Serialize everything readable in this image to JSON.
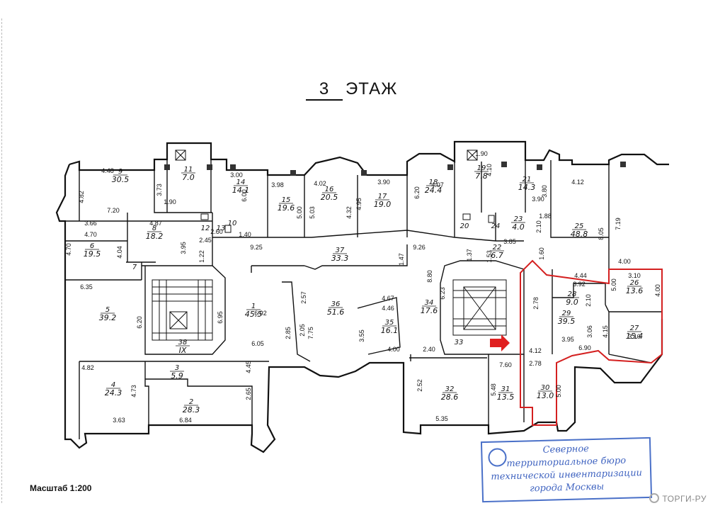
{
  "title": {
    "number": "3",
    "label": "ЭТАЖ"
  },
  "scale_label": "Масштаб 1:200",
  "stamp": {
    "lines": [
      "Северное",
      "территориальное бюро",
      "технической инвентаризации",
      "города Москвы"
    ],
    "color": "#3f63c0"
  },
  "watermark": "ТОРГИ-РУ",
  "highlight_color": "#d42020",
  "arrow_color": "#e02020",
  "rooms": [
    {
      "id": "9",
      "area": "30.5"
    },
    {
      "id": "11",
      "area": "7.0"
    },
    {
      "id": "14",
      "area": "14.1"
    },
    {
      "id": "15",
      "area": "19.6"
    },
    {
      "id": "16",
      "area": "20.5"
    },
    {
      "id": "17",
      "area": "19.0"
    },
    {
      "id": "18",
      "area": "24.4"
    },
    {
      "id": "19",
      "area": "7.8"
    },
    {
      "id": "21",
      "area": "14.3"
    },
    {
      "id": "25",
      "area": "48.8"
    },
    {
      "id": "23",
      "area": "4.0"
    },
    {
      "id": "22",
      "area": "6.7"
    },
    {
      "id": "8",
      "area": "18.2"
    },
    {
      "id": "6",
      "area": "19.5"
    },
    {
      "id": "7",
      "area": ""
    },
    {
      "id": "12",
      "area": ""
    },
    {
      "id": "13",
      "area": ""
    },
    {
      "id": "20",
      "area": ""
    },
    {
      "id": "37",
      "area": "33.3"
    },
    {
      "id": "5",
      "area": "39.2"
    },
    {
      "id": "1",
      "area": "45.5"
    },
    {
      "id": "36",
      "area": "51.6"
    },
    {
      "id": "35",
      "area": "16.1"
    },
    {
      "id": "34",
      "area": "17.6"
    },
    {
      "id": "38",
      "area": "IX"
    },
    {
      "id": "33",
      "area": ""
    },
    {
      "id": "29",
      "area": "39.5"
    },
    {
      "id": "28",
      "area": "9.0"
    },
    {
      "id": "26",
      "area": "13.6"
    },
    {
      "id": "27",
      "area": "15.4"
    },
    {
      "id": "3",
      "area": "5.9"
    },
    {
      "id": "4",
      "area": "24.3"
    },
    {
      "id": "2",
      "area": "28.3"
    },
    {
      "id": "32",
      "area": "28.6"
    },
    {
      "id": "31",
      "area": "13.5"
    },
    {
      "id": "30",
      "area": "13.0"
    },
    {
      "id": "10",
      "area": ""
    },
    {
      "id": "24",
      "area": ""
    }
  ],
  "dims": [
    "4.48",
    "4.82",
    "3.73",
    "7.20",
    "1.90",
    "3.66",
    "4.70",
    "4.87",
    "3.95",
    "4.70",
    "4.04",
    "6.35",
    "6.20",
    "6.95",
    "4.82",
    "4.73",
    "3.63",
    "6.84",
    "2.65",
    "4.45",
    "2.45",
    "3.00",
    "6.00",
    "1.40",
    "2.60",
    "3.98",
    "5.00",
    "4.02",
    "5.03",
    "4.32",
    "4.95",
    "3.90",
    "6.20",
    "4.07",
    "1.90",
    "4.10",
    "3.90",
    "3.80",
    "4.12",
    "7.19",
    "1.88",
    "2.10",
    "8.05",
    "3.85",
    "1.60",
    "4.00",
    "9.25",
    "1.22",
    "9.26",
    "1.47",
    "1.53",
    "1.37",
    "8.80",
    "6.23",
    "6.92",
    "2.57",
    "6.05",
    "7.75",
    "3.55",
    "4.67",
    "4.46",
    "4.00",
    "2.40",
    "2.05",
    "2.85",
    "4.44",
    "3.92",
    "2.10",
    "3.06",
    "4.15",
    "3.10",
    "4.00",
    "3.10",
    "3.95",
    "6.90",
    "4.12",
    "2.78",
    "2.78",
    "7.60",
    "2.52",
    "5.35",
    "5.48",
    "5.00",
    "5.00"
  ]
}
